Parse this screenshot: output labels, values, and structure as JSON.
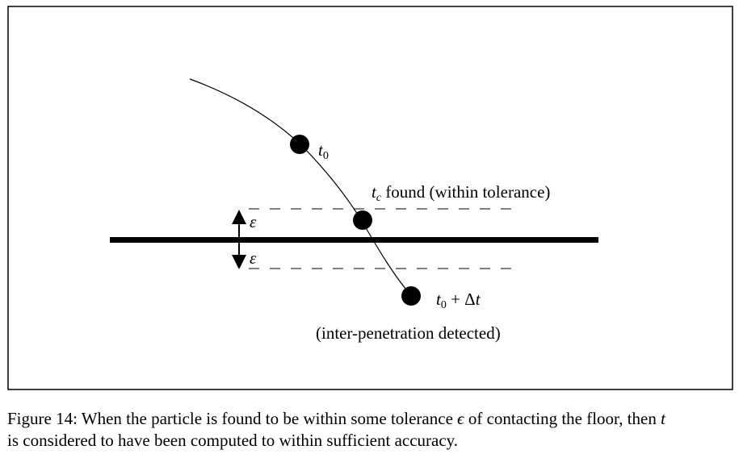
{
  "labels": {
    "t0_base": "t",
    "t0_sub": "0",
    "tc_base": "t",
    "tc_sub": "c",
    "tc_text": " found (within tolerance)",
    "epsilon_upper": "ε",
    "epsilon_lower": "ε",
    "t_end_base": "t",
    "t_end_sub": "0",
    "t_end_plus": " + Δ",
    "t_end_t": "t",
    "detected": "(inter-penetration detected)"
  },
  "caption": {
    "line1_a": "Figure 14: When the particle is found to be within some tolerance",
    "line1_eps": "ϵ",
    "line1_b": "of contacting the floor, then",
    "line1_t": "t",
    "line2": "is considered to have been computed to within sufficient accuracy."
  }
}
